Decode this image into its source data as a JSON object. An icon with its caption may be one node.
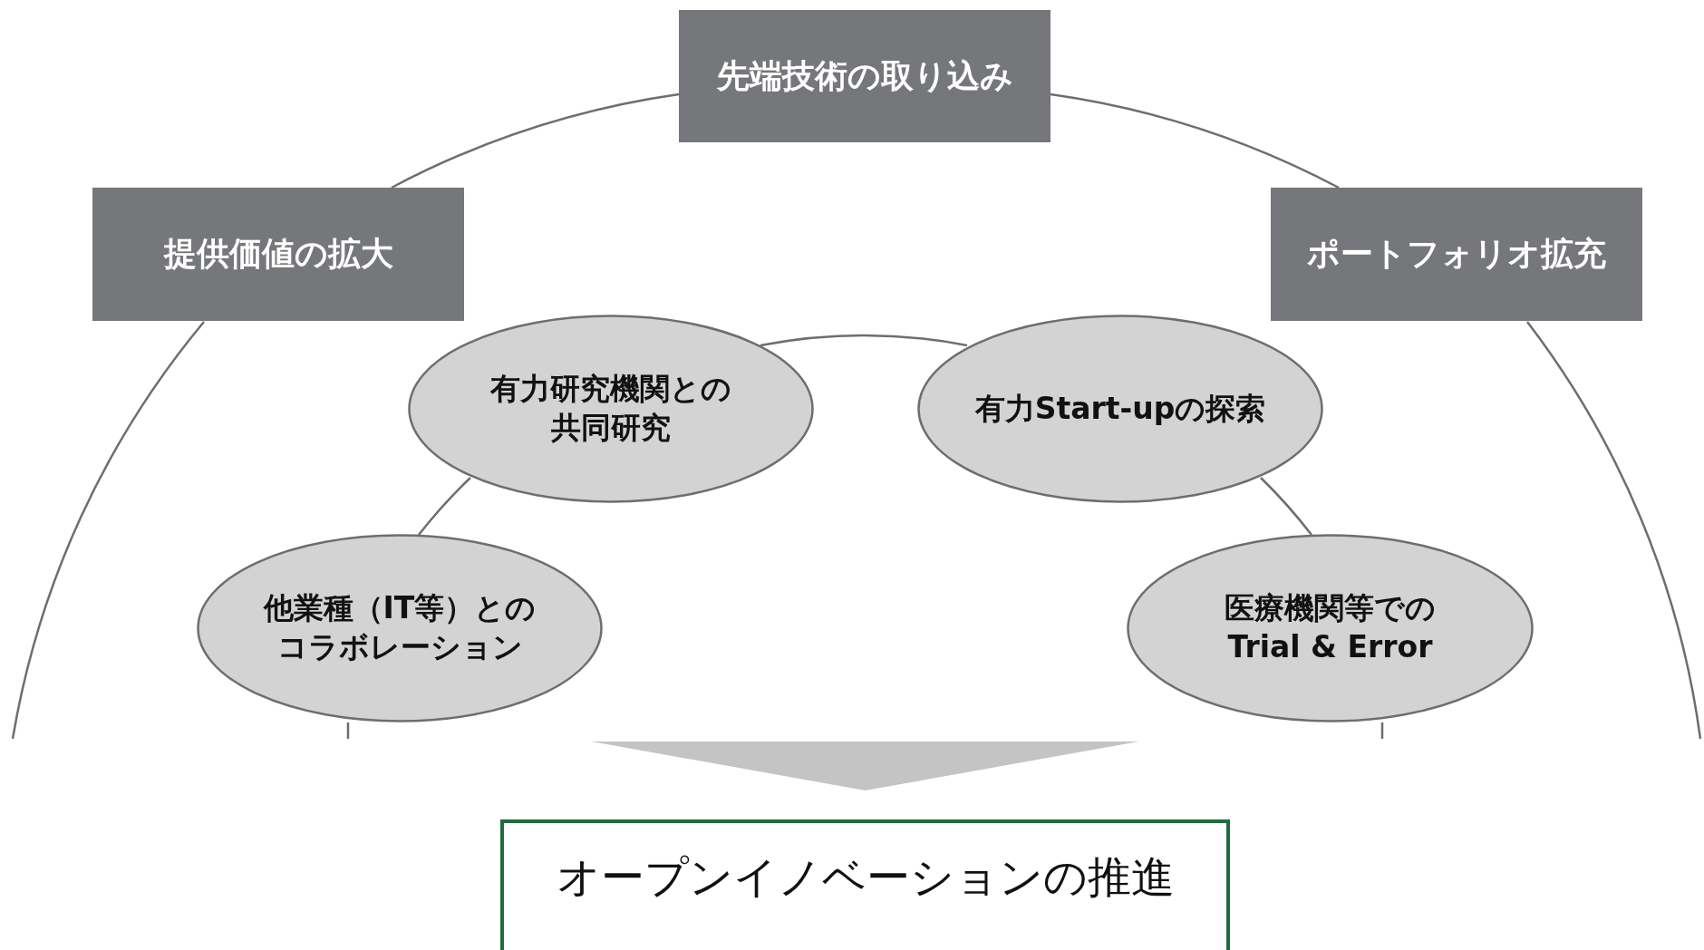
{
  "diagram": {
    "nodes": [
      {
        "text": [
          "先端技術の取り込み"
        ]
      },
      {
        "text": [
          "提供価値の拡大"
        ]
      },
      {
        "text": [
          "ポートフォリオ拡充"
        ]
      },
      {
        "text": [
          "有力研究機関との共同研究"
        ]
      },
      {
        "text": [
          "有力Start-upの探索"
        ]
      },
      {
        "text": [
          "他業種（IT等）とのコラボレーション"
        ]
      },
      {
        "text": [
          "医療機関等での Trial & Error"
        ]
      },
      {
        "text": [
          "オープンイノベーションの推進"
        ]
      }
    ],
    "edges": [
      {
        "from": 1,
        "to": 0,
        "arrow": "none"
      },
      {
        "from": 0,
        "to": 2,
        "arrow": "none"
      },
      {
        "from": 3,
        "to": 4,
        "arrow": "none"
      },
      {
        "from": 5,
        "to": 3,
        "arrow": "none"
      },
      {
        "from": 4,
        "to": 6,
        "arrow": "none"
      },
      {
        "from": null,
        "to": 7,
        "arrow": "to"
      }
    ]
  }
}
